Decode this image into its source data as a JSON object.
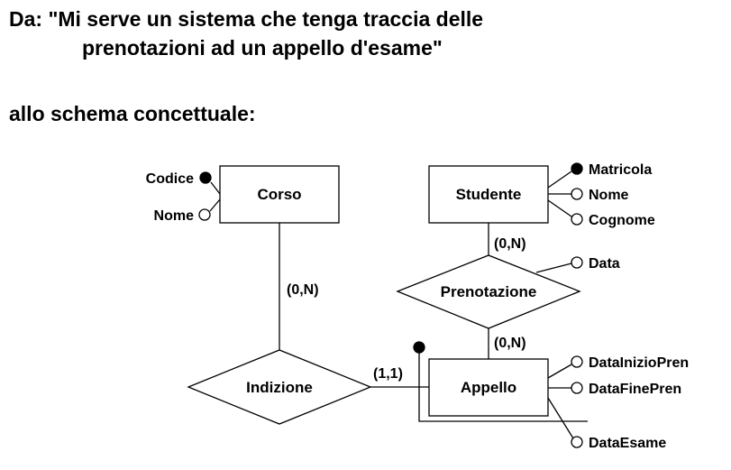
{
  "header": {
    "line1": "Da: \"Mi serve un sistema che tenga traccia delle",
    "line2": "prenotazioni ad un appello d'esame\"",
    "subtitle": "allo schema concettuale:"
  },
  "diagram": {
    "entities": {
      "corso": "Corso",
      "studente": "Studente",
      "appello": "Appello"
    },
    "relationships": {
      "prenotazione": "Prenotazione",
      "indizione": "Indizione"
    },
    "attributes": {
      "corso_codice": "Codice",
      "corso_nome": "Nome",
      "studente_matricola": "Matricola",
      "studente_nome": "Nome",
      "studente_cognome": "Cognome",
      "prenotazione_data": "Data",
      "appello_data_inizio_pren": "DataInizioPren",
      "appello_data_fine_pren": "DataFinePren",
      "appello_data_esame": "DataEsame"
    },
    "cardinalities": {
      "corso_indizione": "(0,N)",
      "studente_prenotazione": "(0,N)",
      "appello_prenotazione": "(0,N)",
      "appello_indizione": "(1,1)"
    }
  }
}
